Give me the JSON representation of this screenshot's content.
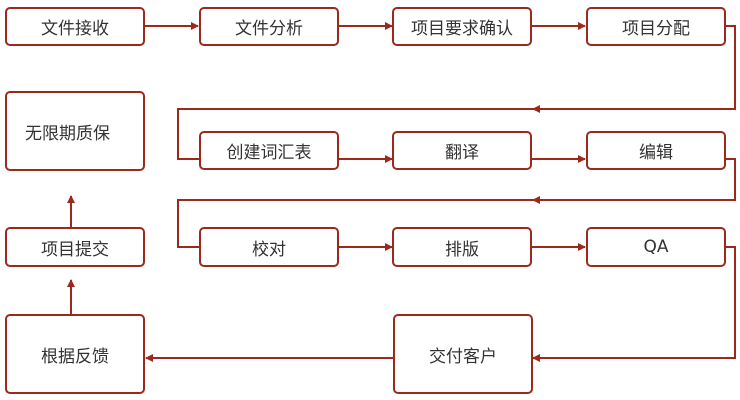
{
  "colors": {
    "accent": "#9b2a1c",
    "text": "#333333"
  },
  "steps": {
    "file_receive": "文件接收",
    "file_analysis": "文件分析",
    "requirement_confirm": "项目要求确认",
    "project_assign": "项目分配",
    "glossary": "创建词汇表",
    "translate": "翻译",
    "edit": "编辑",
    "proofread": "校对",
    "typeset": "排版",
    "qa": "QA",
    "deliver": "交付客户",
    "feedback": "根据反馈",
    "submit": "项目提交",
    "warranty": "无限期质保"
  }
}
